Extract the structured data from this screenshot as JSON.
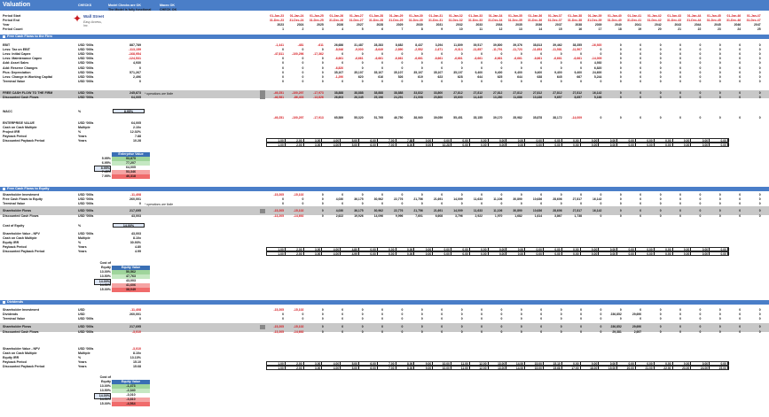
{
  "title": "Valuation",
  "checks": {
    "label": "CHECKS",
    "c1": "Model Checks are OK",
    "c2": "Macro OK",
    "c3": "The Model is fully functional",
    "c4": "CHECK OK"
  },
  "logo": {
    "brand": "Wall Street",
    "tag": "Easy Access, Inc."
  },
  "period_labels": [
    "Period Start",
    "Period End",
    "Year",
    "Period Count"
  ],
  "years": [
    "2023",
    "2024",
    "2025",
    "2026",
    "2027",
    "2028",
    "2029",
    "2030",
    "2031",
    "2032",
    "2033",
    "2034",
    "2035",
    "2036",
    "2037",
    "2038",
    "2039",
    "2040",
    "2041",
    "2042",
    "2043",
    "2044",
    "2045",
    "2046",
    "2047"
  ],
  "counts": [
    "1",
    "2",
    "3",
    "4",
    "5",
    "6",
    "7",
    "8",
    "9",
    "10",
    "11",
    "12",
    "13",
    "14",
    "15",
    "16",
    "17",
    "18",
    "19",
    "20",
    "21",
    "22",
    "23",
    "24",
    "25"
  ],
  "fcff": {
    "header": "Free Cash Flows to the Firm",
    "rows": [
      {
        "label": "EBIT",
        "unit": "USD '000s",
        "value": "887,789",
        "vals": [
          "-1,441",
          "-481",
          "-611",
          "26,686",
          "31,487",
          "28,283",
          "8,682",
          "8,437",
          "3,294",
          "11,809",
          "39,517",
          "39,800",
          "39,376",
          "38,813",
          "39,462",
          "38,355",
          "-16,920",
          "0",
          "0",
          "0",
          "0",
          "0",
          "0",
          "0",
          "0"
        ]
      },
      {
        "label": "Less: Tax on EBIT",
        "unit": "USD '000s",
        "value": "-113,159",
        "vals": [
          "0",
          "0",
          "0",
          "-8,946",
          "-9,000",
          "-8,649",
          "-2,890",
          "-2,552",
          "-1,671",
          "-9,313",
          "-11,857",
          "-11,791",
          "-11,723",
          "-11,653",
          "-11,581",
          "-11,507",
          "0",
          "0",
          "0",
          "0",
          "0",
          "0",
          "0",
          "0",
          "0"
        ]
      },
      {
        "label": "Less: Initial Capex",
        "unit": "USD '000s",
        "value": "-168,954",
        "vals": [
          "-47,811",
          "-100,296",
          "-17,362",
          "0",
          "0",
          "0",
          "0",
          "0",
          "0",
          "0",
          "0",
          "0",
          "0",
          "0",
          "0",
          "0",
          "0",
          "0",
          "0",
          "0",
          "0",
          "0",
          "0",
          "0",
          "0"
        ]
      },
      {
        "label": "Less: Maintenance Capex",
        "unit": "USD '000s",
        "value": "-124,531",
        "vals": [
          "0",
          "0",
          "0",
          "-6,661",
          "-6,661",
          "-6,661",
          "-6,661",
          "-6,661",
          "-6,661",
          "-6,661",
          "-6,661",
          "-6,661",
          "-6,661",
          "-6,661",
          "-6,661",
          "-6,661",
          "-14,009",
          "0",
          "0",
          "0",
          "0",
          "0",
          "0",
          "0",
          "0"
        ]
      },
      {
        "label": "Add: Asset Sales",
        "unit": "USD '000s",
        "value": "4,930",
        "vals": [
          "0",
          "0",
          "0",
          "0",
          "0",
          "0",
          "0",
          "0",
          "0",
          "0",
          "0",
          "0",
          "0",
          "0",
          "0",
          "0",
          "4,930",
          "0",
          "0",
          "0",
          "0",
          "0",
          "0",
          "0",
          "0"
        ]
      },
      {
        "label": "Add: Reserve Changes",
        "unit": "USD '000s",
        "value": "0",
        "vals": [
          "0",
          "0",
          "0",
          "-6,820",
          "0",
          "0",
          "0",
          "0",
          "0",
          "0",
          "0",
          "0",
          "0",
          "0",
          "0",
          "0",
          "6,820",
          "0",
          "0",
          "0",
          "0",
          "0",
          "0",
          "0",
          "0"
        ]
      },
      {
        "label": "Plus: Depreciation",
        "unit": "USD '000s",
        "value": "571,267",
        "vals": [
          "0",
          "0",
          "0",
          "35,107",
          "35,107",
          "35,107",
          "35,107",
          "35,107",
          "35,107",
          "35,107",
          "9,400",
          "9,400",
          "9,400",
          "9,400",
          "9,400",
          "9,400",
          "24,600",
          "0",
          "0",
          "0",
          "0",
          "0",
          "0",
          "0",
          "0"
        ]
      },
      {
        "label": "Less: Change in Working Capital",
        "unit": "USD '000s",
        "value": "2,496",
        "vals": [
          "0",
          "0",
          "0",
          "-1,290",
          "620",
          "616",
          "526",
          "619",
          "623",
          "628",
          "644",
          "625",
          "644",
          "638",
          "645",
          "667",
          "5,244",
          "0",
          "0",
          "0",
          "0",
          "0",
          "0",
          "0",
          "0"
        ]
      },
      {
        "label": "Terminal Value",
        "unit": "USD '000s",
        "value": "0",
        "vals": [
          "0",
          "0",
          "0",
          "0",
          "0",
          "0",
          "0",
          "0",
          "0",
          "0",
          "0",
          "0",
          "0",
          "0",
          "0",
          "0",
          "0",
          "0",
          "0",
          "0",
          "0",
          "0",
          "0",
          "0",
          "0"
        ]
      }
    ],
    "fcf_label": "FREE CASH FLOW TO THE FIRM",
    "fcf_unit": "USD '000s",
    "fcf_value": "245,873",
    "fcf_vals": [
      "-49,251",
      "-100,297",
      "-17,973",
      "38,888",
      "38,888",
      "38,888",
      "38,888",
      "33,832",
      "33,800",
      "27,812",
      "27,812",
      "27,812",
      "27,812",
      "27,812",
      "27,812",
      "27,812",
      "16,142",
      "0",
      "0",
      "0",
      "0",
      "0",
      "0",
      "0",
      "0"
    ],
    "dcf_label": "Discounted Cash Flows",
    "dcf_unit": "USD '000s",
    "dcf_value": "64,005",
    "dcf_vals": [
      "-46,581",
      "-86,403",
      "-13,826",
      "26,603",
      "26,345",
      "25,196",
      "24,291",
      "21,008",
      "20,800",
      "15,600",
      "14,445",
      "13,280",
      "11,686",
      "10,436",
      "9,657",
      "8,657",
      "5,166",
      "0",
      "0",
      "0",
      "0",
      "0",
      "0",
      "0",
      "0"
    ],
    "note": "* operations are finite",
    "wacc_label": "WACC",
    "wacc_unit": "%",
    "wacc_value": "8.95%",
    "wacc_vals": [
      "-49,251",
      "-100,297",
      "-17,913",
      "65,589",
      "55,320",
      "51,795",
      "46,750",
      "38,060",
      "39,059",
      "55,451",
      "35,155",
      "39,170",
      "35,982",
      "35,878",
      "38,172",
      "-14,009",
      "0",
      "0",
      "0",
      "0",
      "0",
      "0",
      "0",
      "0",
      "0"
    ],
    "ev_rows": [
      {
        "label": "ENTERPRISE VALUE",
        "unit": "USD '000s",
        "value": "64,005"
      },
      {
        "label": "Cash on Cash Multiple",
        "unit": "Multiple",
        "value": "2.10x"
      },
      {
        "label": "Project IRR",
        "unit": "%",
        "value": "12.02%"
      },
      {
        "label": "Payback Period",
        "unit": "Years",
        "value": "7.88"
      },
      {
        "label": "Discounted Payback Period",
        "unit": "Years",
        "value": "10.28"
      }
    ],
    "pb1": [
      "1.00",
      "2.00",
      "3.00",
      "4.00",
      "5.00",
      "6.00",
      "7.00",
      "7.88",
      "0.00",
      "0.00",
      "0.00",
      "0.00",
      "0.00",
      "0.00",
      "0.00",
      "0.00",
      "0.00",
      "0.00",
      "0.00",
      "0.00",
      "0.00",
      "0.00",
      "0.00",
      "0.00",
      "0.00"
    ],
    "pb2": [
      "1.00",
      "2.00",
      "3.00",
      "4.00",
      "5.00",
      "6.00",
      "7.00",
      "8.00",
      "9.00",
      "10.28",
      "0.00",
      "0.00",
      "0.00",
      "0.00",
      "0.00",
      "0.00",
      "0.00",
      "0.00",
      "0.00",
      "0.00",
      "0.00",
      "0.00",
      "0.00",
      "0.00",
      "0.00"
    ],
    "sens_head": "Enterprise Value",
    "sens": [
      {
        "k": "5.95%",
        "v": "93,875"
      },
      {
        "k": "6.95%",
        "v": "77,207"
      },
      {
        "k": "8.95%",
        "v": "64,005"
      },
      {
        "k": "7.45%",
        "v": "53,346"
      },
      {
        "k": "7.95%",
        "v": "46,318"
      }
    ]
  },
  "fcfe": {
    "header": "Free Cash Flows to Equity",
    "rows": [
      {
        "label": "Shareholder Investment",
        "unit": "USD '000s",
        "value": "-11,408",
        "vals": [
          "-15,205",
          "-15,102",
          "0",
          "0",
          "0",
          "0",
          "0",
          "0",
          "0",
          "0",
          "0",
          "0",
          "0",
          "0",
          "0",
          "0",
          "0",
          "0",
          "0",
          "0",
          "0",
          "0",
          "0",
          "0",
          "0"
        ]
      },
      {
        "label": "Free Cash Flows to Equity",
        "unit": "USD '000s",
        "value": "260,001",
        "vals": [
          "0",
          "0",
          "0",
          "4,030",
          "36,175",
          "30,962",
          "22,776",
          "21,756",
          "21,691",
          "14,009",
          "11,633",
          "11,106",
          "30,890",
          "10,636",
          "28,606",
          "27,817",
          "16,142",
          "0",
          "0",
          "0",
          "0",
          "0",
          "0",
          "0",
          "0"
        ]
      },
      {
        "label": "Terminal Value",
        "unit": "USD '000s",
        "value": "0",
        "vals": [
          "0",
          "0",
          "0",
          "0",
          "0",
          "0",
          "0",
          "0",
          "0",
          "0",
          "0",
          "0",
          "0",
          "0",
          "0",
          "0",
          "0",
          "0",
          "0",
          "0",
          "0",
          "0",
          "0",
          "0",
          "0"
        ]
      }
    ],
    "sf_label": "Shareholder Flows",
    "sf_unit": "USD '000s",
    "sf_value": "217,695",
    "sf_vals": [
      "-15,205",
      "-15,102",
      "0",
      "4,030",
      "36,175",
      "30,962",
      "22,776",
      "21,756",
      "21,691",
      "14,009",
      "11,633",
      "11,106",
      "30,890",
      "10,636",
      "28,606",
      "27,817",
      "16,142",
      "0",
      "0",
      "0",
      "0",
      "0",
      "0",
      "0",
      "0"
    ],
    "dcf_label": "Discounted Cash Flows",
    "dcf_unit": "USD '000s",
    "dcf_value": "43,003",
    "dcf_vals": [
      "-13,205",
      "-14,692",
      "0",
      "2,622",
      "19,926",
      "14,096",
      "9,996",
      "7,601",
      "6,608",
      "3,796",
      "2,922",
      "1,970",
      "1,682",
      "1,614",
      "3,867",
      "1,738",
      "0",
      "0",
      "0",
      "0",
      "0",
      "0",
      "0",
      "0",
      "0"
    ],
    "note": "* operations are finite",
    "coe_label": "Cost of Equity",
    "coe_unit": "%",
    "coe_value": "14.00%",
    "ev_rows": [
      {
        "label": "Shareholder Value - NPV",
        "unit": "USD '000s",
        "value": "43,003"
      },
      {
        "label": "Cash on Cash Multiple",
        "unit": "Multiple",
        "value": "8.10x"
      },
      {
        "label": "Equity IRR",
        "unit": "%",
        "value": "30.93%"
      },
      {
        "label": "Payback Period",
        "unit": "Years",
        "value": "4.80"
      },
      {
        "label": "Discounted Payback Period",
        "unit": "Years",
        "value": "4.99"
      }
    ],
    "pb1": [
      "1.00",
      "2.00",
      "3.00",
      "4.00",
      "4.80",
      "0.00",
      "0.00",
      "0.00",
      "0.00",
      "0.00",
      "0.00",
      "0.00",
      "0.00",
      "0.00",
      "0.00",
      "0.00",
      "0.00",
      "0.00",
      "0.00",
      "0.00",
      "0.00",
      "0.00",
      "0.00",
      "0.00",
      "0.00"
    ],
    "pb2": [
      "1.00",
      "2.00",
      "3.00",
      "4.00",
      "4.99",
      "0.00",
      "0.00",
      "0.00",
      "0.00",
      "0.00",
      "0.00",
      "0.00",
      "0.00",
      "0.00",
      "0.00",
      "0.00",
      "0.00",
      "0.00",
      "0.00",
      "0.00",
      "0.00",
      "0.00",
      "0.00",
      "0.00",
      "0.00"
    ],
    "sens_title": "Cost of Equity",
    "sens_head": "Equity Value",
    "sens": [
      {
        "k": "13.00%",
        "v": "50,562"
      },
      {
        "k": "13.50%",
        "v": "47,763"
      },
      {
        "k": "14.00%",
        "v": "43,003"
      },
      {
        "k": "14.50%",
        "v": "41,606"
      },
      {
        "k": "15.00%",
        "v": "38,049"
      }
    ]
  },
  "div": {
    "header": "Dividends",
    "rows": [
      {
        "label": "Shareholder Investment",
        "unit": "USD",
        "value": "-11,408",
        "vals": [
          "-15,205",
          "-15,102",
          "0",
          "0",
          "0",
          "0",
          "0",
          "0",
          "0",
          "0",
          "0",
          "0",
          "0",
          "0",
          "0",
          "0",
          "0",
          "0",
          "0",
          "0",
          "0",
          "0",
          "0",
          "0",
          "0"
        ]
      },
      {
        "label": "Dividends",
        "unit": "USD",
        "value": "260,001",
        "vals": [
          "0",
          "0",
          "0",
          "0",
          "0",
          "0",
          "0",
          "0",
          "0",
          "0",
          "0",
          "0",
          "0",
          "0",
          "0",
          "0",
          "0",
          "236,852",
          "29,690",
          "0",
          "0",
          "0",
          "0",
          "0",
          "0"
        ]
      },
      {
        "label": "Terminal Value",
        "unit": "USD '000s",
        "value": "0",
        "vals": [
          "0",
          "0",
          "0",
          "0",
          "0",
          "0",
          "0",
          "0",
          "0",
          "0",
          "0",
          "0",
          "0",
          "0",
          "0",
          "0",
          "0",
          "0",
          "0",
          "0",
          "0",
          "0",
          "0",
          "0",
          "0"
        ]
      }
    ],
    "sf_label": "Shareholder Flows",
    "sf_unit": "USD '000s",
    "sf_value": "217,695",
    "sf_vals": [
      "-15,205",
      "-15,102",
      "0",
      "0",
      "0",
      "0",
      "0",
      "0",
      "0",
      "0",
      "0",
      "0",
      "0",
      "0",
      "0",
      "0",
      "0",
      "236,852",
      "29,690",
      "0",
      "0",
      "0",
      "0",
      "0",
      "0"
    ],
    "dcf_label": "Discounted Cash Flows",
    "dcf_unit": "USD '000s",
    "dcf_value": "-3,010",
    "dcf_vals": [
      "-13,205",
      "-14,692",
      "0",
      "0",
      "0",
      "0",
      "0",
      "0",
      "0",
      "0",
      "0",
      "0",
      "0",
      "0",
      "0",
      "0",
      "0",
      "29,381",
      "2,697",
      "0",
      "0",
      "0",
      "0",
      "0",
      "0"
    ],
    "ev_rows": [
      {
        "label": "Shareholder Value - NPV",
        "unit": "USD '000s",
        "value": "-3,010"
      },
      {
        "label": "Cash on Cash Multiple",
        "unit": "Multiple",
        "value": "8.10x"
      },
      {
        "label": "Equity IRR",
        "unit": "%",
        "value": "13.13%"
      },
      {
        "label": "Payback Period",
        "unit": "Years",
        "value": "15.10"
      },
      {
        "label": "Discounted Payback Period",
        "unit": "Years",
        "value": "15.68"
      }
    ],
    "pb1": [
      "1.00",
      "2.00",
      "3.00",
      "4.00",
      "5.00",
      "6.00",
      "7.00",
      "8.00",
      "9.00",
      "10.00",
      "11.00",
      "12.00",
      "13.00",
      "14.00",
      "15.00",
      "15.10",
      "0.00",
      "0.00",
      "0.00",
      "0.00",
      "0.00",
      "0.00",
      "0.00",
      "0.00",
      "0.00"
    ],
    "pb2": [
      "1.00",
      "2.00",
      "3.00",
      "4.00",
      "5.00",
      "6.00",
      "7.00",
      "8.00",
      "9.00",
      "10.00",
      "11.00",
      "12.00",
      "13.00",
      "14.00",
      "15.00",
      "15.68",
      "17.00",
      "18.00",
      "19.00",
      "20.00",
      "21.00",
      "22.00",
      "23.00",
      "24.00",
      "25.00"
    ],
    "sens_title": "Cost of Equity",
    "sens_head": "Equity Value",
    "sens": [
      {
        "k": "13.00%",
        "v": "-1,473"
      },
      {
        "k": "13.50%",
        "v": "-2,340"
      },
      {
        "k": "14.00%",
        "v": "-3,010"
      },
      {
        "k": "14.50%",
        "v": "-3,810"
      },
      {
        "k": "15.00%",
        "v": "-4,564"
      }
    ]
  }
}
